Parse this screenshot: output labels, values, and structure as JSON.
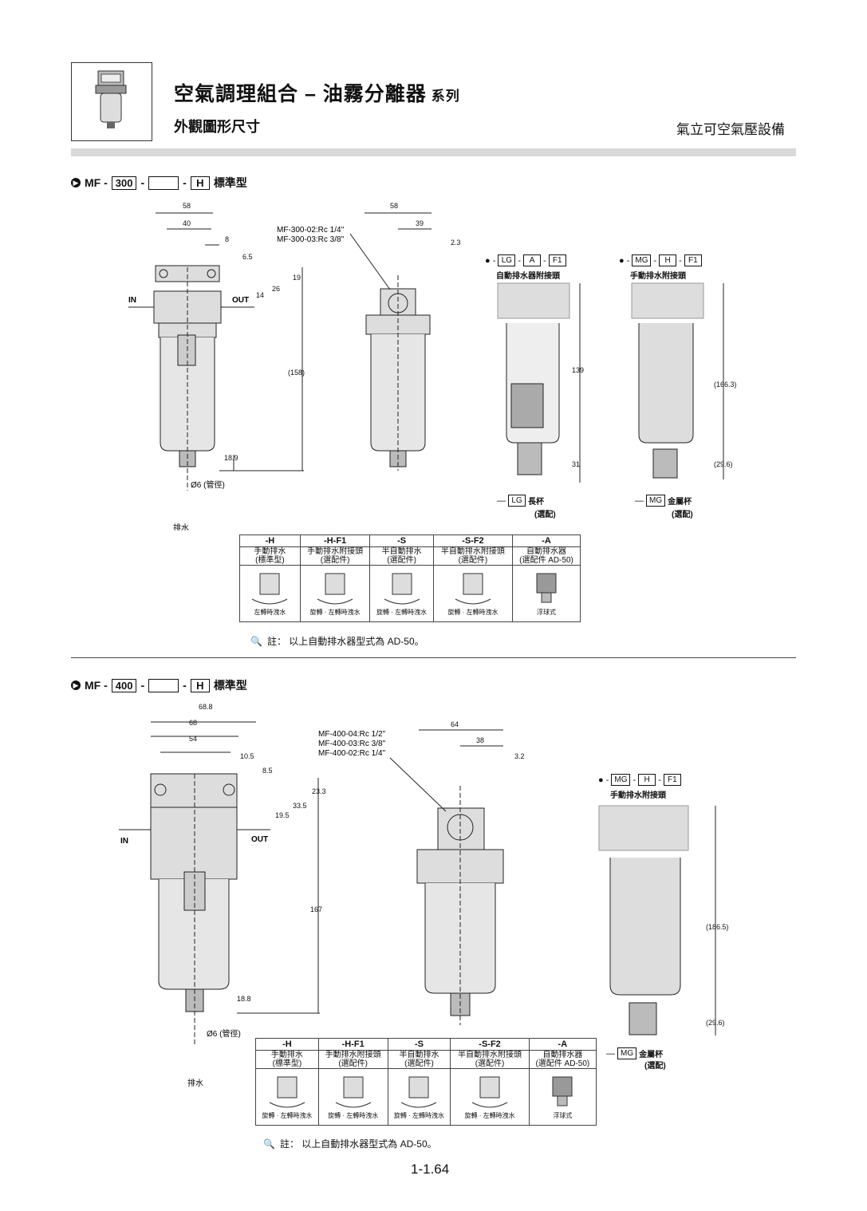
{
  "header": {
    "title": "空氣調理組合 – 油霧分離器",
    "series": "系列",
    "subtitle": "外觀圖形尺寸",
    "company": "氣立可空氣壓設備"
  },
  "section300": {
    "prefix": "MF -",
    "size": "300",
    "dash": "-",
    "suffix": "H",
    "type_label": "標準型",
    "ports": [
      "MF-300-02:Rc 1/4\"",
      "MF-300-03:Rc 3/8\""
    ],
    "in_label": "IN",
    "out_label": "OUT",
    "pipe_label": "Ø6 (管徑)",
    "drain_label": "排水",
    "dims_front": [
      "58",
      "40",
      "8",
      "6.5",
      "19",
      "26",
      "14",
      "(158)",
      "18.9"
    ],
    "dims_side": [
      "58",
      "39",
      "2.3"
    ],
    "opt_lg": {
      "codes": [
        "LG",
        "A",
        "F1"
      ],
      "desc": "自動排水器附接頭",
      "dim_h": "139",
      "dim_b": "31",
      "cup_code": "LG",
      "cup_name": "長杯",
      "cup_note": "(選配)"
    },
    "opt_mg": {
      "codes": [
        "MG",
        "H",
        "F1"
      ],
      "desc": "手動排水附接頭",
      "dim_h": "(166.3)",
      "dim_b": "(29.6)",
      "cup_code": "MG",
      "cup_name": "金屬杯",
      "cup_note": "(選配)"
    }
  },
  "section400": {
    "prefix": "MF -",
    "size": "400",
    "dash": "-",
    "suffix": "H",
    "type_label": "標準型",
    "ports": [
      "MF-400-04:Rc 1/2\"",
      "MF-400-03:Rc 3/8\"",
      "MF-400-02:Rc 1/4\""
    ],
    "in_label": "IN",
    "out_label": "OUT",
    "pipe_label": "Ø6 (管徑)",
    "drain_label": "排水",
    "dims_front": [
      "68.8",
      "68",
      "54",
      "10.5",
      "8.5",
      "23.3",
      "33.5",
      "19.5",
      "167",
      "18.8"
    ],
    "dims_side": [
      "64",
      "38",
      "3.2"
    ],
    "opt_mg": {
      "codes": [
        "MG",
        "H",
        "F1"
      ],
      "desc": "手動排水附接頭",
      "dim_h": "(186.5)",
      "dim_b": "(29.6)",
      "cup_code": "MG",
      "cup_name": "金屬杯",
      "cup_note": "(選配)"
    }
  },
  "drain_table": {
    "heads": [
      "-H",
      "-H-F1",
      "-S",
      "-S-F2",
      "-A"
    ],
    "names": [
      [
        "手動排水",
        "(標準型)"
      ],
      [
        "手動排水附接頭",
        "(選配件)"
      ],
      [
        "半自動排水",
        "(選配件)"
      ],
      [
        "半自動排水附接頭",
        "(選配件)"
      ],
      [
        "自動排水器",
        "(選配件 AD-50)"
      ]
    ],
    "rotate": "旋轉",
    "left_turn": "左轉時洩水",
    "float": "浮球式"
  },
  "note": "註： 以上自動排水器型式為 AD-50。",
  "page_number": "1-1.64"
}
